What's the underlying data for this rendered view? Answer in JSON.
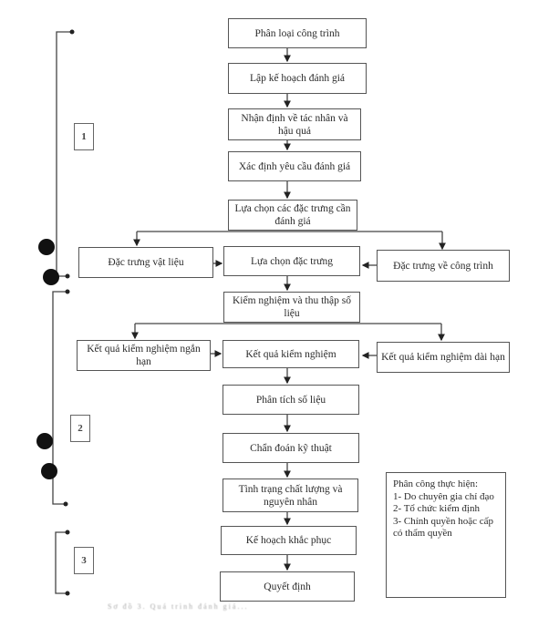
{
  "diagram": {
    "type": "flowchart",
    "nodes": {
      "classify": "Phân loại công trình",
      "plan": "Lập kế hoạch đánh giá",
      "identify": "Nhận định về tác nhân và hậu quả",
      "requirements": "Xác định yêu cầu đánh giá",
      "select_features": "Lựa chọn các đặc trưng cần đánh giá",
      "material_features": "Đặc trưng vật liệu",
      "choose_features": "Lựa chọn đặc trưng",
      "structure_features": "Đặc trưng về công trình",
      "testing": "Kiểm nghiệm và thu thập số liệu",
      "short_term": "Kết quả kiểm nghiệm ngắn hạn",
      "test_results": "Kết quả kiểm nghiệm",
      "long_term": "Kết quả kiểm nghiệm dài hạn",
      "analysis": "Phân tích số liệu",
      "diagnosis": "Chẩn đoán kỹ thuật",
      "condition": "Tình trạng chất lượng và nguyên nhân",
      "remedy": "Kế hoạch khắc phục",
      "decision": "Quyết định"
    },
    "sections": [
      "1",
      "2",
      "3"
    ],
    "note": {
      "title": "Phân công thực hiện:",
      "lines": [
        "1- Do chuyên gia chỉ đạo",
        "2- Tổ chức kiểm định",
        "3- Chính quyền hoặc cấp có thẩm quyền"
      ]
    },
    "caption": "Sơ đồ 3. Quá trình đánh giá..."
  }
}
